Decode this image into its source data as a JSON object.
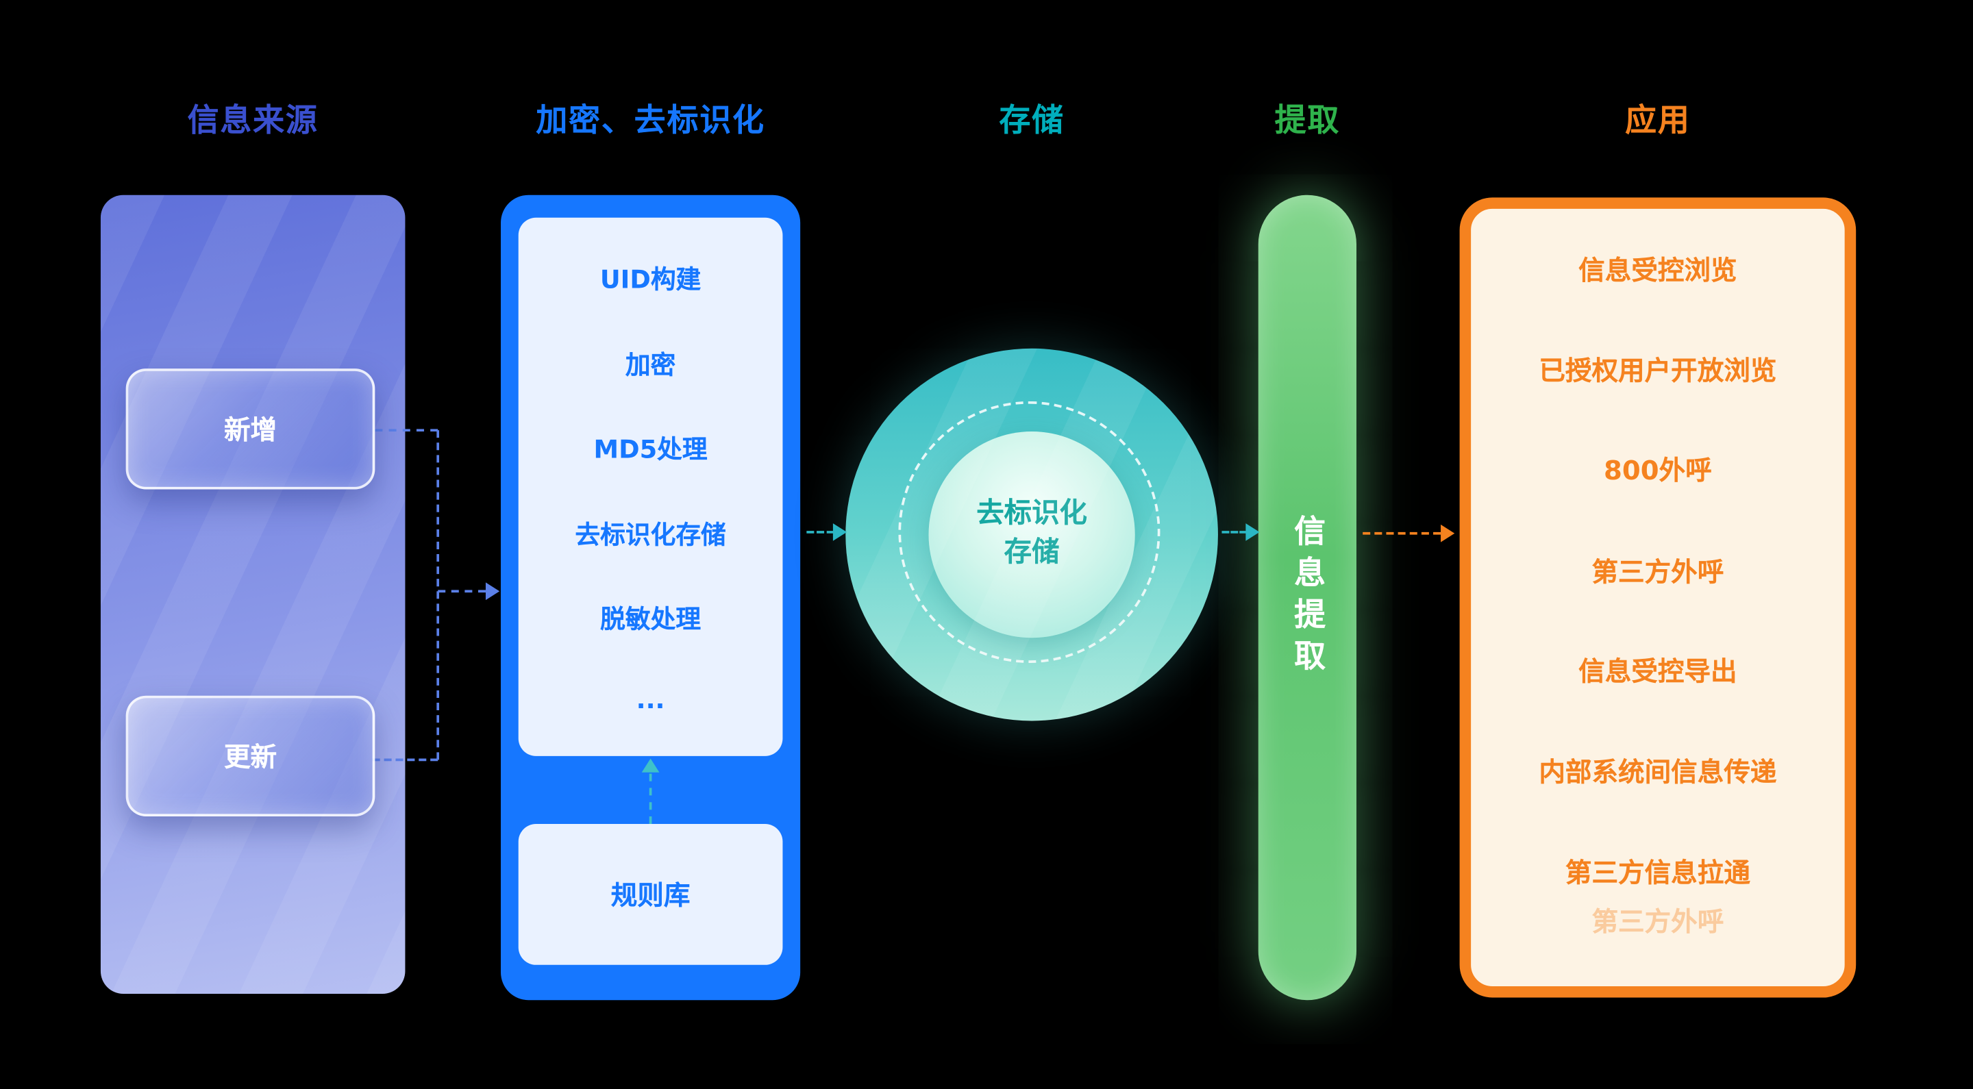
{
  "diagram": {
    "stages": {
      "source": {
        "header": "信息来源",
        "nodes": [
          "新增",
          "更新"
        ]
      },
      "process": {
        "header": "加密、去标识化",
        "steps": [
          "UID构建",
          "加密",
          "MD5处理",
          "去标识化存储",
          "脱敏处理",
          "..."
        ],
        "support": "规则库"
      },
      "storage": {
        "header": "存储",
        "circle_line1": "去标识化",
        "circle_line2": "存储"
      },
      "extract": {
        "header": "提取",
        "bar_label": "信息提取"
      },
      "application": {
        "header": "应用",
        "items": [
          "信息受控浏览",
          "已授权用户开放浏览",
          "800外呼",
          "第三方外呼",
          "信息受控导出",
          "内部系统间信息传递",
          "第三方信息拉通",
          "第三方外呼"
        ]
      }
    },
    "colors": {
      "source_header": "#3a50cf",
      "process_header": "#1677ff",
      "storage_header": "#00aebc",
      "extract_header": "#2fb34c",
      "application_header": "#f5821f",
      "process_fill": "#1677ff",
      "application_border": "#f5821f",
      "arrow_blue": "#5b80e8",
      "arrow_teal": "#2bb7c4",
      "arrow_orange": "#f5821f",
      "background": "#000000"
    }
  }
}
